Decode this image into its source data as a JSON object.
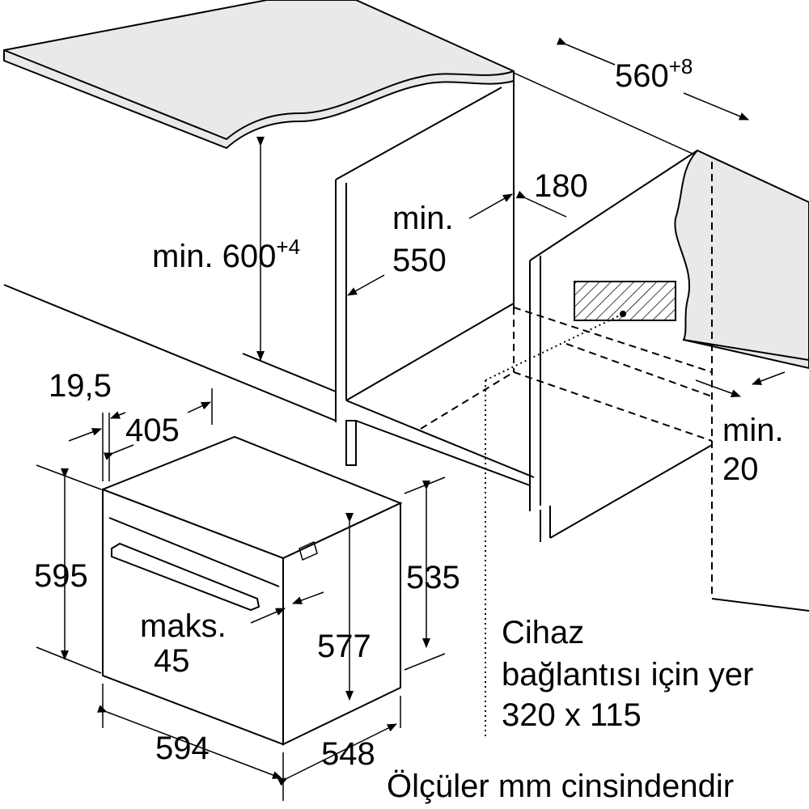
{
  "labels": {
    "width_niche": "560",
    "width_niche_tol": "+8",
    "depth_180": "180",
    "min_550_a": "min.",
    "min_550_b": "550",
    "height_min": "min. 600",
    "height_tol": "+4",
    "min_20_a": "min.",
    "min_20_b": "20",
    "d19_5": "19,5",
    "d405": "405",
    "d595": "595",
    "d535": "535",
    "d577": "577",
    "maks_a": "maks.",
    "maks_b": "45",
    "d594": "594",
    "d548": "548",
    "conn_1": "Cihaz",
    "conn_2": "bağlantısı için yer",
    "conn_3": "320 x 115",
    "units_note": "Ölçüler mm cinsindendir"
  }
}
